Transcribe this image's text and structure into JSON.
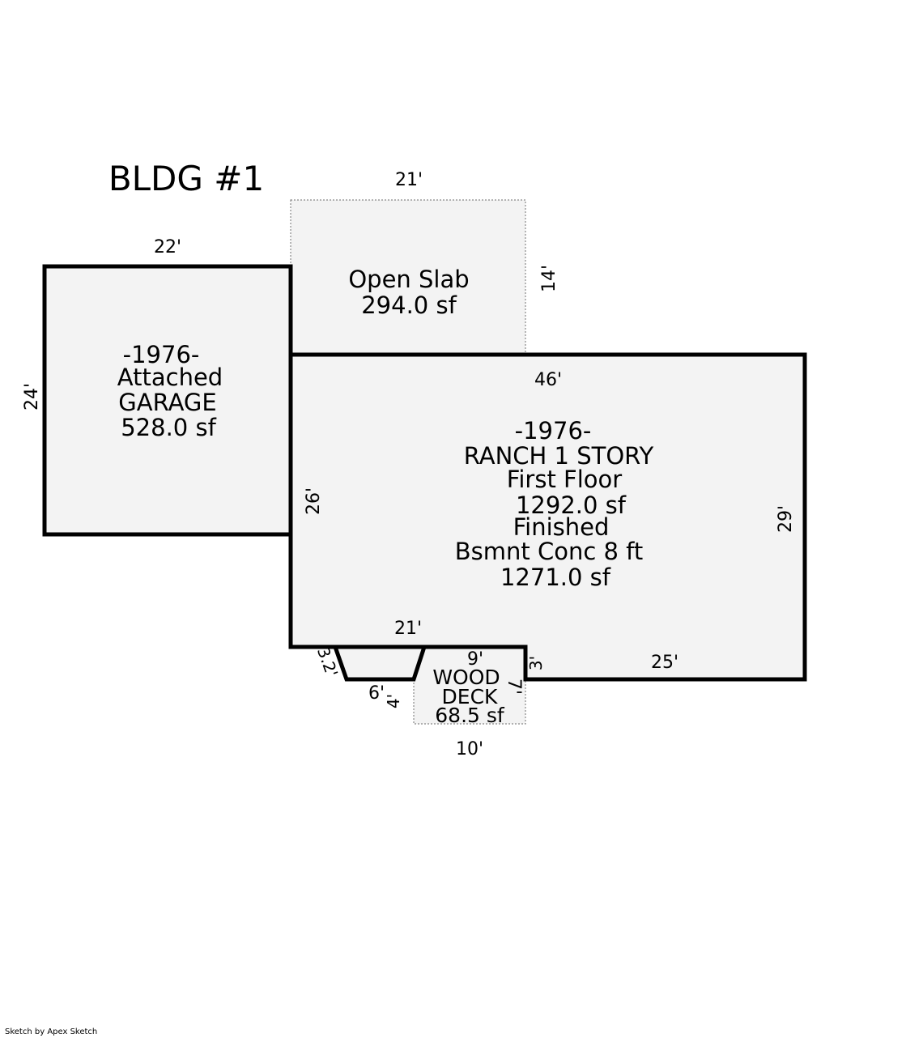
{
  "title": "BLDG #1",
  "areas": {
    "garage": {
      "year": "-1976-",
      "line1": "Attached",
      "line2": "GARAGE",
      "area": "528.0 sf",
      "dims": {
        "top": "22'",
        "left": "24'"
      }
    },
    "open_slab": {
      "line1": "Open Slab",
      "area": "294.0 sf",
      "dims": {
        "top": "21'",
        "right": "14'"
      }
    },
    "main": {
      "year": "-1976-",
      "line1": "RANCH 1 STORY",
      "line2": "First Floor",
      "area1": "1292.0 sf",
      "line3": "Finished",
      "line4": "Bsmnt Conc 8 ft",
      "area2": "1271.0 sf",
      "dims": {
        "top": "46'",
        "left": "26'",
        "right": "29'",
        "bottom_left": "21'",
        "bottom_right": "25'",
        "notch": "3'"
      }
    },
    "stoop": {
      "dims": {
        "slant": "3.2'",
        "bottom": "6'",
        "side": "4'"
      }
    },
    "wood_deck": {
      "line1": "WOOD",
      "line2": "DECK",
      "area": "68.5 sf",
      "dims": {
        "top": "9'",
        "right": "7'",
        "bottom": "10'"
      }
    }
  },
  "footer": "Sketch by Apex Sketch",
  "colors": {
    "fill": "#f3f3f3",
    "stroke": "#000000",
    "dotted": "#888888"
  }
}
